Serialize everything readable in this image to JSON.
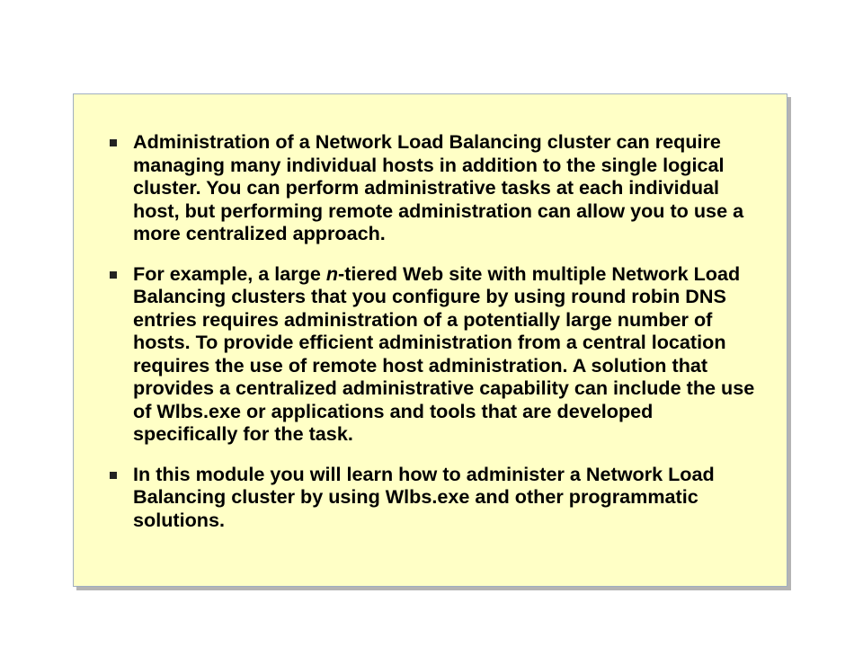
{
  "slide": {
    "bullets": [
      {
        "lines": [
          "Administration of a Network Load Balancing cluster can require",
          "managing many individual hosts in addition to the single logical",
          "cluster. You can perform administrative tasks at each individual",
          "host, but performing remote administration can allow you to use a",
          "more centralized approach."
        ]
      },
      {
        "lines": [
          {
            "before": "For example, a large ",
            "italic": "n",
            "after": "-tiered Web site with multiple Network Load"
          },
          "Balancing clusters that you configure by using round robin DNS",
          "entries requires administration of a potentially large number of",
          "hosts. To provide efficient administration from a central location",
          "requires the use of remote host administration. A solution that",
          "provides a centralized administrative capability can include the use",
          "of Wlbs.exe or applications and tools that are developed",
          "specifically for the task."
        ]
      },
      {
        "lines": [
          "In this module you will learn how to administer a Network Load",
          "Balancing cluster by using Wlbs.exe and other programmatic",
          "solutions."
        ]
      }
    ]
  },
  "icons": {
    "bullet": "square-bullet-icon"
  },
  "colors": {
    "page_bg": "#FFFFFF",
    "box_fill": "#FFFFC6",
    "box_border": "#A0AEC0",
    "shadow": "#B4B4B4",
    "text": "#000000",
    "bullet": "#222222"
  }
}
